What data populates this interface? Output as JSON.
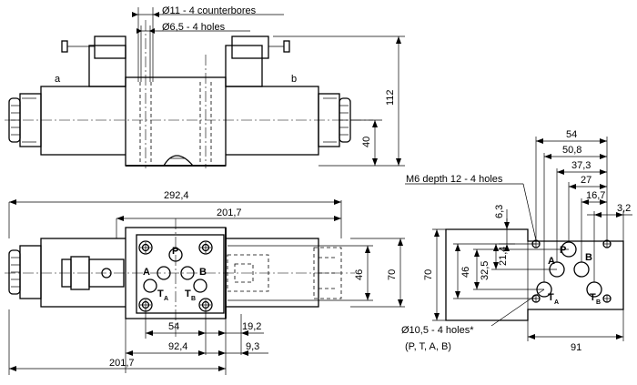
{
  "dimensions": {
    "counterbores": "Ø11 - 4 counterbores",
    "holes_6_5": "Ø6,5 - 4 holes",
    "height_112": "112",
    "height_40": "40",
    "length_292_4": "292,4",
    "length_201_7_top": "201,7",
    "length_201_7_bottom": "201,7",
    "width_46_right": "46",
    "width_70_right": "70",
    "dim_54": "54",
    "dim_19_2": "19,2",
    "dim_92_4": "92,4",
    "dim_9_3": "9,3",
    "rp_54": "54",
    "rp_50_8": "50,8",
    "rp_37_3": "37,3",
    "rp_27": "27",
    "rp_16_7": "16,7",
    "rp_3_2": "3,2",
    "rp_6_3": "6,3",
    "rp_21_4": "21,4",
    "rp_32_5": "32,5",
    "rp_46": "46",
    "rp_70": "70",
    "rp_91": "91"
  },
  "labels": {
    "side_a": "a",
    "side_b": "b",
    "m6_holes": "M6 depth 12 - 4 holes",
    "ports_holes": "Ø10,5 - 4 holes*",
    "ports_list": "(P, T, A, B)"
  },
  "ports": {
    "p": "P",
    "a": "A",
    "b": "B",
    "t": "T",
    "t_sub": "A",
    "t2": "T",
    "t2_sub": "B"
  }
}
